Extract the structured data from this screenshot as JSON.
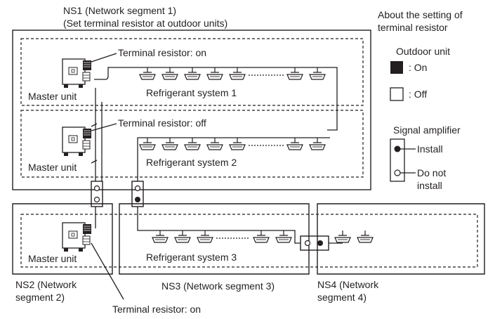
{
  "segments": {
    "ns1": {
      "title": "NS1 (Network segment 1)",
      "note": "(Set terminal resistor at outdoor units)"
    },
    "ns2": {
      "line1": "NS2 (Network",
      "line2": "segment 2)"
    },
    "ns3": {
      "label": "NS3 (Network segment 3)"
    },
    "ns4": {
      "line1": "NS4 (Network",
      "line2": "segment 4)"
    }
  },
  "systems": {
    "sys1": {
      "master": "Master unit",
      "resistor": "Terminal resistor: on",
      "name": "Refrigerant system 1"
    },
    "sys2": {
      "master": "Master unit",
      "resistor": "Terminal resistor: off",
      "name": "Refrigerant system 2"
    },
    "sys3": {
      "master": "Master unit",
      "resistor": "Terminal resistor: on",
      "name": "Refrigerant system 3"
    }
  },
  "legend": {
    "title_line1": "About the setting of",
    "title_line2": "terminal resistor",
    "outdoor_unit": "Outdoor unit",
    "on": ": On",
    "off": ": Off",
    "amplifier": "Signal amplifier",
    "install": "Install",
    "not_install_line1": "Do not",
    "not_install_line2": "install"
  },
  "colors": {
    "ink": "#231f20",
    "filled": "#231f20"
  }
}
